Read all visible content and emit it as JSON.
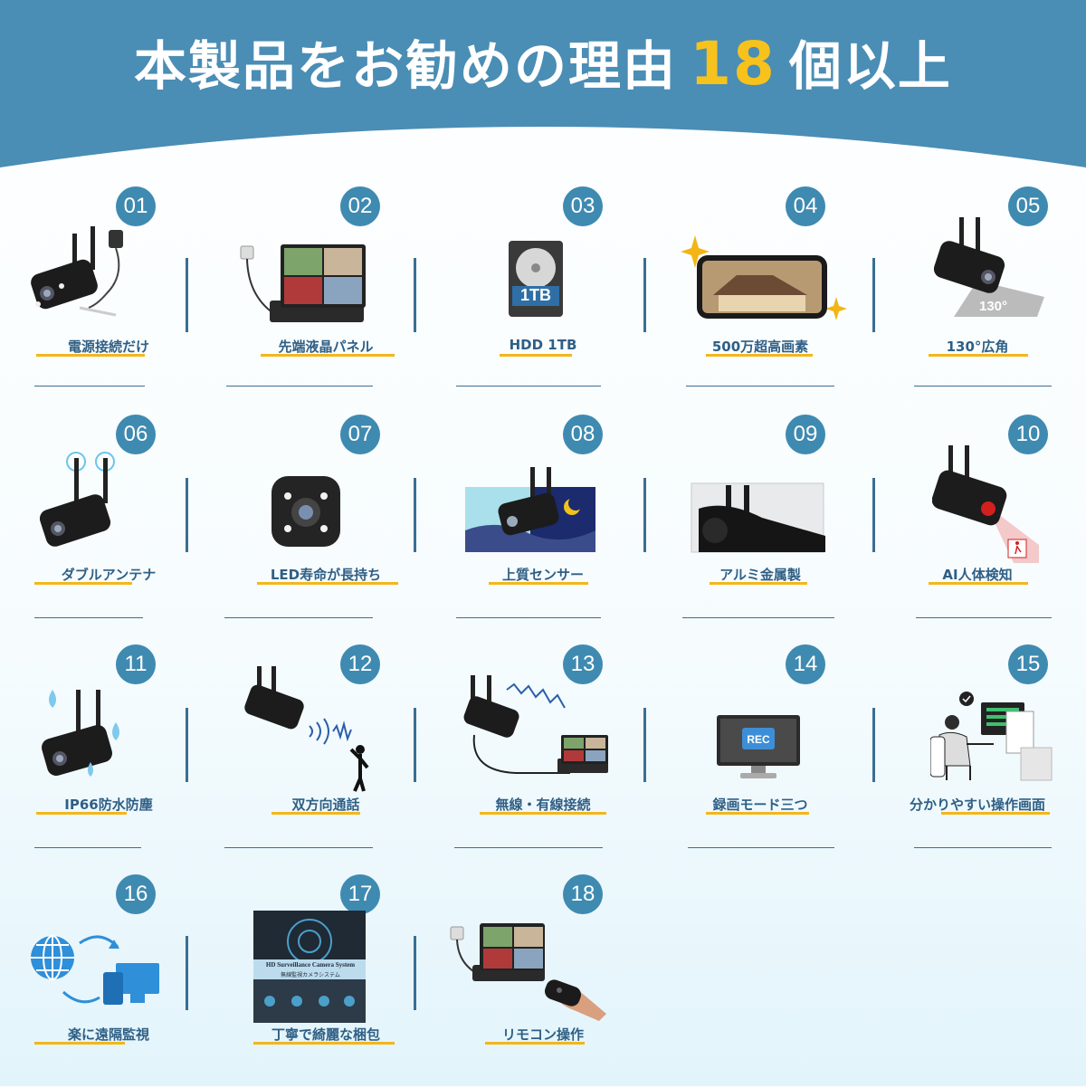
{
  "header": {
    "title_before": "本製品をお勧めの理由",
    "title_number": "18",
    "title_after": "個以上",
    "colors": {
      "band": "#4a8db5",
      "accent": "#f7c21c"
    }
  },
  "features": [
    {
      "number": "01",
      "label": "電源接続だけ",
      "icon": "camera-with-adapter-icon"
    },
    {
      "number": "02",
      "label": "先端液晶パネル",
      "icon": "monitor-nvr-icon"
    },
    {
      "number": "03",
      "label": "HDD 1TB",
      "icon": "hard-drive-icon",
      "hdd_text": "1TB"
    },
    {
      "number": "04",
      "label": "500万超高画素",
      "icon": "smartphone-house-icon"
    },
    {
      "number": "05",
      "label": "130°広角",
      "icon": "wide-angle-camera-icon",
      "angle_text": "130°"
    },
    {
      "number": "06",
      "label": "ダブルアンテナ",
      "icon": "dual-antenna-camera-icon"
    },
    {
      "number": "07",
      "label": "LED寿命が長持ち",
      "icon": "led-camera-front-icon"
    },
    {
      "number": "08",
      "label": "上質センサー",
      "icon": "day-night-camera-icon"
    },
    {
      "number": "09",
      "label": "アルミ金属製",
      "icon": "metal-camera-icon"
    },
    {
      "number": "10",
      "label": "AI人体検知",
      "icon": "ai-detection-camera-icon"
    },
    {
      "number": "11",
      "label": "IP66防水防塵",
      "icon": "waterproof-camera-icon"
    },
    {
      "number": "12",
      "label": "双方向通話",
      "icon": "two-way-audio-icon"
    },
    {
      "number": "13",
      "label": "無線・有線接続",
      "icon": "wireless-wired-icon"
    },
    {
      "number": "14",
      "label": "録画モード三つ",
      "icon": "rec-monitor-icon",
      "rec_text": "REC"
    },
    {
      "number": "15",
      "label": "分かりやすい操作画面",
      "icon": "operator-desk-icon"
    },
    {
      "number": "16",
      "label": "楽に遠隔監視",
      "icon": "remote-globe-icon"
    },
    {
      "number": "17",
      "label": "丁寧で綺麗な梱包",
      "icon": "package-box-icon",
      "box_text": "HD Surveillance Camera System",
      "box_subtext": "無線監視カメラシステム"
    },
    {
      "number": "18",
      "label": "リモコン操作",
      "icon": "remote-control-icon"
    }
  ]
}
